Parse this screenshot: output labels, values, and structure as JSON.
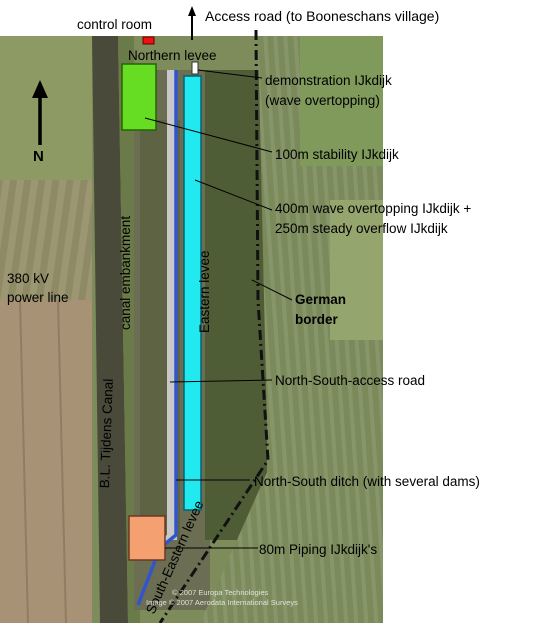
{
  "labels": {
    "control_room": "control room",
    "access_road": "Access road (to Booneschans village)",
    "northern_levee": "Northern levee",
    "demonstration_line1": "demonstration IJkdijk",
    "demonstration_line2": "(wave overtopping)",
    "stability": "100m stability IJkdijk",
    "wave_line1": "400m wave overtopping IJkdijk +",
    "wave_line2": "250m steady overflow IJkdijk",
    "power_line1": "380 kV",
    "power_line2": "power line",
    "german_line1": "German",
    "german_line2": "border",
    "ns_access_road": "North-South-access road",
    "ns_ditch": "North-South ditch (with several dams)",
    "piping": "80m Piping IJkdijk's",
    "north": "N",
    "canal_embankment": "canal embankment",
    "eastern_levee": "Eastern levee",
    "canal": "B.L. Tijdens Canal",
    "south_eastern_levee": "South-Eastern levee",
    "credit1": "© 2007 Europa Technologies",
    "credit2": "Image © 2007 Aerodata International Surveys"
  },
  "colors": {
    "stability_zone": "#66dd22",
    "wave_zone": "#22e8f0",
    "piping_zone": "#f5a070",
    "control_room": "#ee1111",
    "ditch": "#3355cc",
    "access_road": "#c8c8c8",
    "border": "#111111"
  }
}
